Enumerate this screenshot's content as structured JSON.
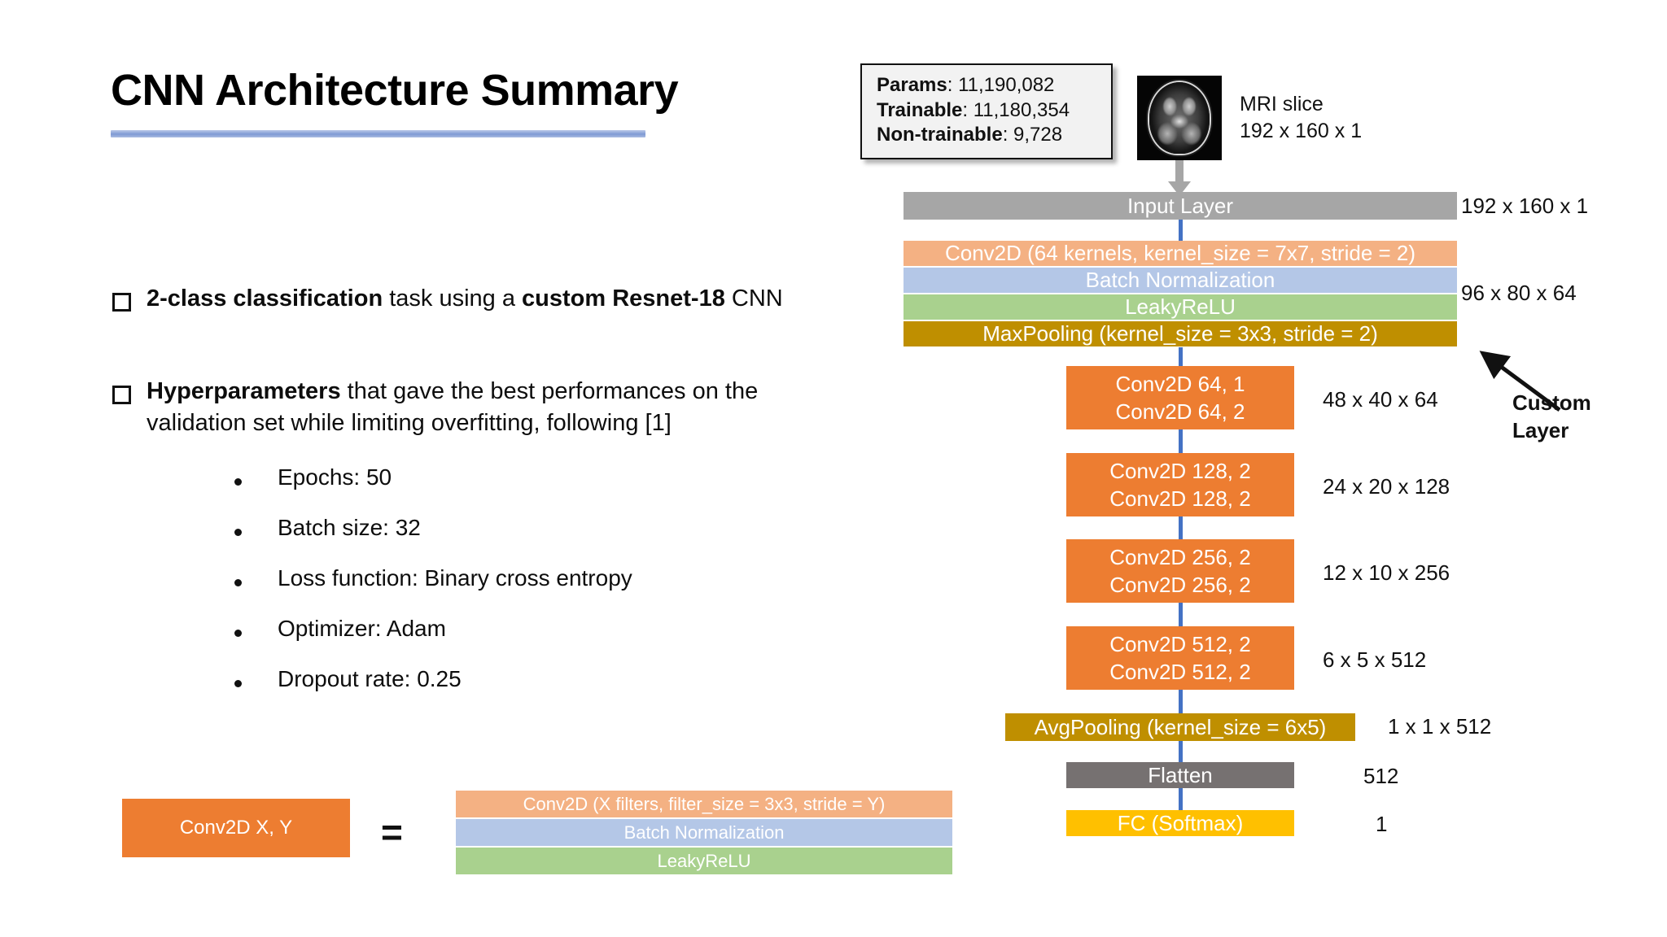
{
  "slide": {
    "title": "CNN Architecture Summary"
  },
  "bullets": [
    {
      "parts": [
        {
          "text": "2-class classification",
          "bold": true
        },
        {
          "text": " task using a ",
          "bold": false
        },
        {
          "text": "custom Resnet-18",
          "bold": true
        },
        {
          "text": " CNN",
          "bold": false
        }
      ]
    },
    {
      "parts": [
        {
          "text": "Hyperparameters",
          "bold": true
        },
        {
          "text": " that gave the best performances on the validation set while limiting overfitting, following [1]",
          "bold": false
        }
      ]
    }
  ],
  "hyperparameters": [
    "Epochs: 50",
    "Batch size: 32",
    "Loss function: Binary cross entropy",
    "Optimizer: Adam",
    "Dropout rate: 0.25"
  ],
  "legend": {
    "box_label": "Conv2D X, Y",
    "equals": "=",
    "stack": [
      {
        "label": "Conv2D (X filters, filter_size = 3x3, stride = Y)",
        "color": "#F4B183"
      },
      {
        "label": "Batch Normalization",
        "color": "#B4C7E7"
      },
      {
        "label": "LeakyReLU",
        "color": "#A9D18E"
      }
    ],
    "box_color": "#ED7D31"
  },
  "params_box": {
    "rows": [
      {
        "label": "Params",
        "value": "11,190,082"
      },
      {
        "label": "Trainable",
        "value": "11,180,354"
      },
      {
        "label": "Non-trainable",
        "value": "9,728"
      }
    ]
  },
  "mri": {
    "caption_line1": "MRI slice",
    "caption_line2": "192 x 160 x 1"
  },
  "architecture": {
    "input_layer": {
      "label": "Input Layer",
      "color": "#A6A6A6",
      "dim": "192 x 160 x 1"
    },
    "stem": {
      "rows": [
        {
          "label": "Conv2D (64 kernels, kernel_size = 7x7, stride = 2)",
          "color": "#F4B183"
        },
        {
          "label": "Batch Normalization",
          "color": "#B4C7E7"
        },
        {
          "label": "LeakyReLU",
          "color": "#A9D18E"
        },
        {
          "label": "MaxPooling (kernel_size = 3x3, stride = 2)",
          "color": "#BF8F00"
        }
      ],
      "dim": "96 x 80 x 64"
    },
    "blocks": [
      {
        "line1": "Conv2D 64, 1",
        "line2": "Conv2D 64, 2",
        "color": "#ED7D31",
        "dim": "48 x 40 x 64"
      },
      {
        "line1": "Conv2D 128, 2",
        "line2": "Conv2D 128, 2",
        "color": "#ED7D31",
        "dim": "24 x 20 x 128"
      },
      {
        "line1": "Conv2D 256, 2",
        "line2": "Conv2D 256, 2",
        "color": "#ED7D31",
        "dim": "12 x 10 x 256"
      },
      {
        "line1": "Conv2D 512, 2",
        "line2": "Conv2D 512, 2",
        "color": "#ED7D31",
        "dim": "6 x 5 x 512"
      }
    ],
    "avgpool": {
      "label": "AvgPooling (kernel_size = 6x5)",
      "color": "#BF8F00",
      "dim": "1 x 1 x 512"
    },
    "flatten": {
      "label": "Flatten",
      "color": "#767171",
      "dim": "512"
    },
    "fc": {
      "label": "FC (Softmax)",
      "color": "#FFC000",
      "dim": "1"
    },
    "callout": {
      "line1": "Custom",
      "line2": "Layer"
    }
  },
  "colors": {
    "accent_blue": "#4472C4",
    "title_rule": "#8EA9DB",
    "orange": "#ED7D31",
    "peach": "#F4B183",
    "periwinkle": "#B4C7E7",
    "green": "#A9D18E",
    "gold": "#BF8F00",
    "yellow": "#FFC000",
    "gray": "#A6A6A6",
    "dark_gray": "#767171"
  }
}
